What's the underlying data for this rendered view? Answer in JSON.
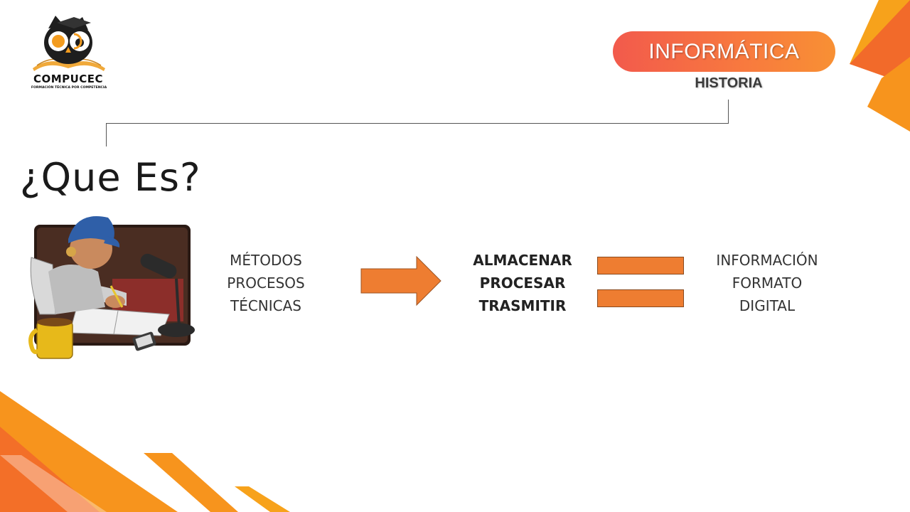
{
  "brand": {
    "name": "COMPUCEC",
    "tagline": "FORMACIÓN TÉCNICA POR COMPETENCIA",
    "logo_icon": "owl-graduate-logo"
  },
  "header": {
    "title": "INFORMÁTICA",
    "subtitle": "HISTORIA"
  },
  "heading": "¿Que Es?",
  "illustration": "student-studying-illustration",
  "flow": {
    "inputs": [
      "MÉTODOS",
      "PROCESOS",
      "TÉCNICAS"
    ],
    "arrow_icon": "right-arrow",
    "actions": [
      "ALMACENAR",
      "PROCESAR",
      "TRASMITIR"
    ],
    "equals_icon": "equals-sign",
    "results": [
      "INFORMACIÓN",
      "FORMATO",
      "DIGITAL"
    ]
  },
  "colors": {
    "accent_orange": "#ee7d31",
    "pill_start": "#f25a4c",
    "pill_end": "#f89034",
    "corner_orange": "#f7941d"
  }
}
